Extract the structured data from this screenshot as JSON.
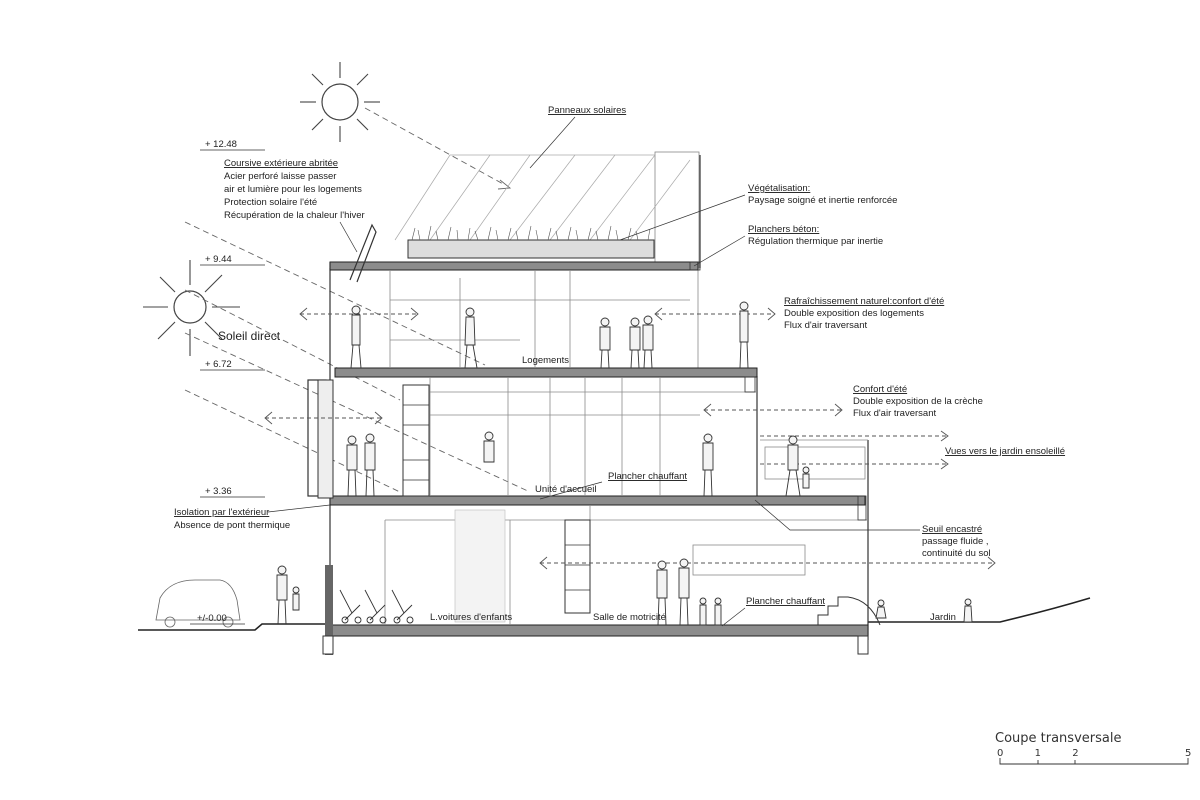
{
  "elevations": [
    "+ 12.48",
    "+ 9.44",
    "+ 6.72",
    "+ 3.36",
    "+/-0.00"
  ],
  "callouts": {
    "coursive": {
      "title": "Coursive extérieure abritée",
      "lines": [
        "Acier perforé laisse passer",
        "air et lumière pour les logements",
        "Protection solaire l'été",
        "Récupération de la chaleur l'hiver"
      ]
    },
    "panneaux": {
      "title": "Panneaux solaires"
    },
    "vegetalisation": {
      "title": "Végétalisation:",
      "lines": [
        "Paysage soigné et inertie renforcée"
      ]
    },
    "planchers": {
      "title": "Planchers béton:",
      "lines": [
        "Régulation thermique par inertie"
      ]
    },
    "rafraichissement": {
      "title": "Rafraîchissement naturel:confort d'été",
      "lines": [
        "Double exposition des logements",
        "Flux d'air traversant"
      ]
    },
    "confort": {
      "title": "Confort d'été",
      "lines": [
        "Double exposition de la crèche",
        "Flux d'air traversant"
      ]
    },
    "vues": {
      "title": "Vues vers le jardin ensoleillé"
    },
    "seuil": {
      "title": "Seuil encastré",
      "lines": [
        "passage fluide ,",
        "continuité du sol"
      ]
    },
    "isolation": {
      "title": "Isolation par l'extérieur",
      "lines": [
        "Absence de pont thermique"
      ]
    },
    "plancher_chauffant_1": {
      "title": "Plancher chauffant"
    },
    "plancher_chauffant_0": {
      "title": "Plancher chauffant"
    }
  },
  "sun_label": "Soleil direct",
  "rooms": {
    "logements": "Logements",
    "accueil": "Unité d'accueil",
    "voitures": "L.voitures d'enfants",
    "motricite": "Salle de motricité",
    "jardin": "Jardin"
  },
  "caption": "Coupe transversale",
  "scale_ticks": [
    "0",
    "1",
    "2",
    "5"
  ],
  "scale_values": [
    0,
    1,
    2,
    5
  ]
}
